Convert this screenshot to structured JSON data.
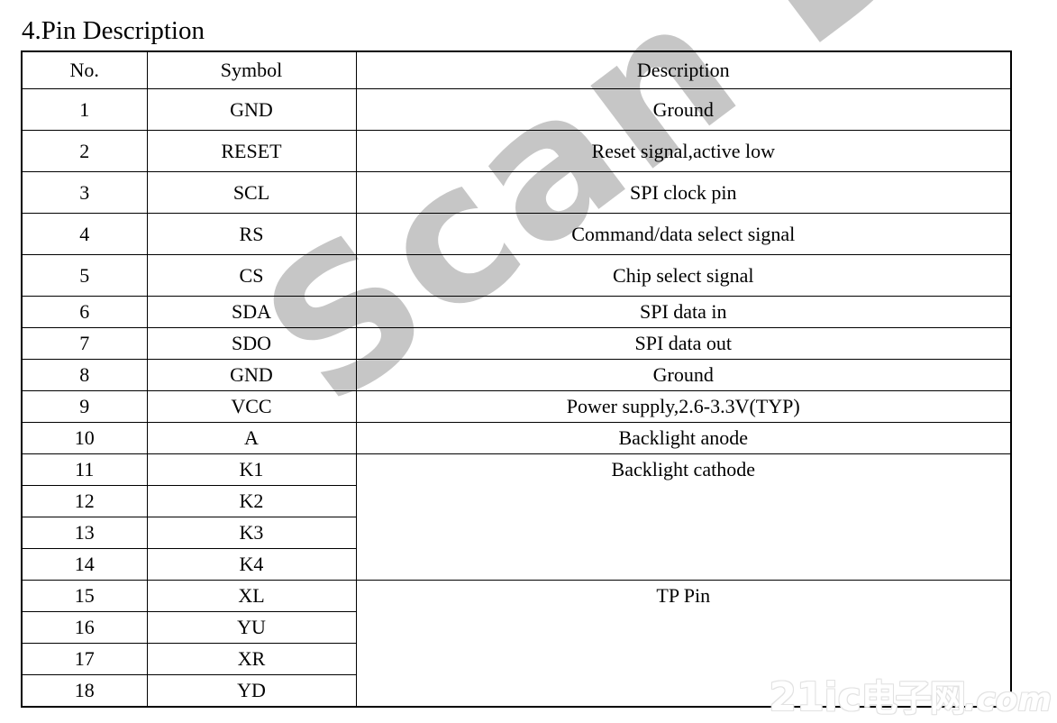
{
  "document": {
    "title": "4.Pin Description"
  },
  "table": {
    "name": "pin-description-table",
    "columns": [
      "No.",
      "Symbol",
      "Description"
    ],
    "rows": [
      {
        "no": "1",
        "symbol": "GND",
        "description": "Ground"
      },
      {
        "no": "2",
        "symbol": "RESET",
        "description": "Reset signal,active low"
      },
      {
        "no": "3",
        "symbol": "SCL",
        "description": "SPI clock pin"
      },
      {
        "no": "4",
        "symbol": "RS",
        "description": "Command/data select signal"
      },
      {
        "no": "5",
        "symbol": "CS",
        "description": "Chip select signal"
      },
      {
        "no": "6",
        "symbol": "SDA",
        "description": "SPI data in"
      },
      {
        "no": "7",
        "symbol": "SDO",
        "description": "SPI data out"
      },
      {
        "no": "8",
        "symbol": "GND",
        "description": "Ground"
      },
      {
        "no": "9",
        "symbol": "VCC",
        "description": "Power supply,2.6-3.3V(TYP)"
      },
      {
        "no": "10",
        "symbol": "A",
        "description": "Backlight anode"
      },
      {
        "no": "11",
        "symbol": "K1",
        "description": "Backlight cathode"
      },
      {
        "no": "12",
        "symbol": "K2",
        "description": ""
      },
      {
        "no": "13",
        "symbol": "K3",
        "description": ""
      },
      {
        "no": "14",
        "symbol": "K4",
        "description": ""
      },
      {
        "no": "15",
        "symbol": "XL",
        "description": "TP Pin"
      },
      {
        "no": "16",
        "symbol": "YU",
        "description": ""
      },
      {
        "no": "17",
        "symbol": "XR",
        "description": ""
      },
      {
        "no": "18",
        "symbol": "YD",
        "description": ""
      }
    ],
    "merged_descriptions": [
      {
        "label": "Backlight cathode",
        "spans_rows": [
          "11",
          "12",
          "13",
          "14"
        ]
      },
      {
        "label": "TP Pin",
        "spans_rows": [
          "15",
          "16",
          "17",
          "18"
        ]
      }
    ]
  },
  "watermarks": {
    "diagonal_text": "Scan Demo",
    "logo_number": "21ic",
    "logo_domain": ".com",
    "logo_cn": "电子网",
    "color": "#c6c6c6"
  }
}
